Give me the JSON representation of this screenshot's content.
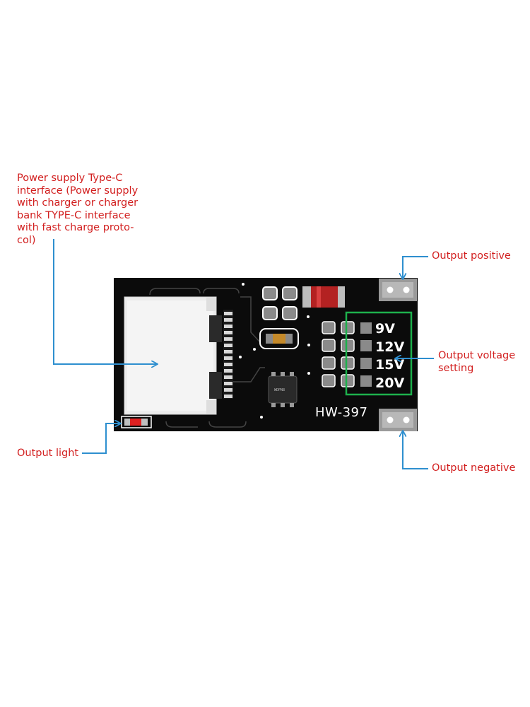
{
  "labels": {
    "typec": "Power supply Type-C interface (Power supply with charger or charger bank TYPE-C interface with fast charge proto-col)",
    "output_light": "Output light",
    "output_positive": "Output positive",
    "output_voltage": "Output voltage setting",
    "output_negative": "Output negative"
  },
  "board": {
    "model": "HW-397",
    "chip_marking": "WDPN8",
    "voltages": [
      "9V",
      "12V",
      "15V",
      "20V"
    ]
  },
  "colors": {
    "label_text": "#d21f1f",
    "leader_line": "#2e8fcf",
    "pcb": "#0b0b0b",
    "selection_box": "#1db04c",
    "led": "#e02020"
  }
}
